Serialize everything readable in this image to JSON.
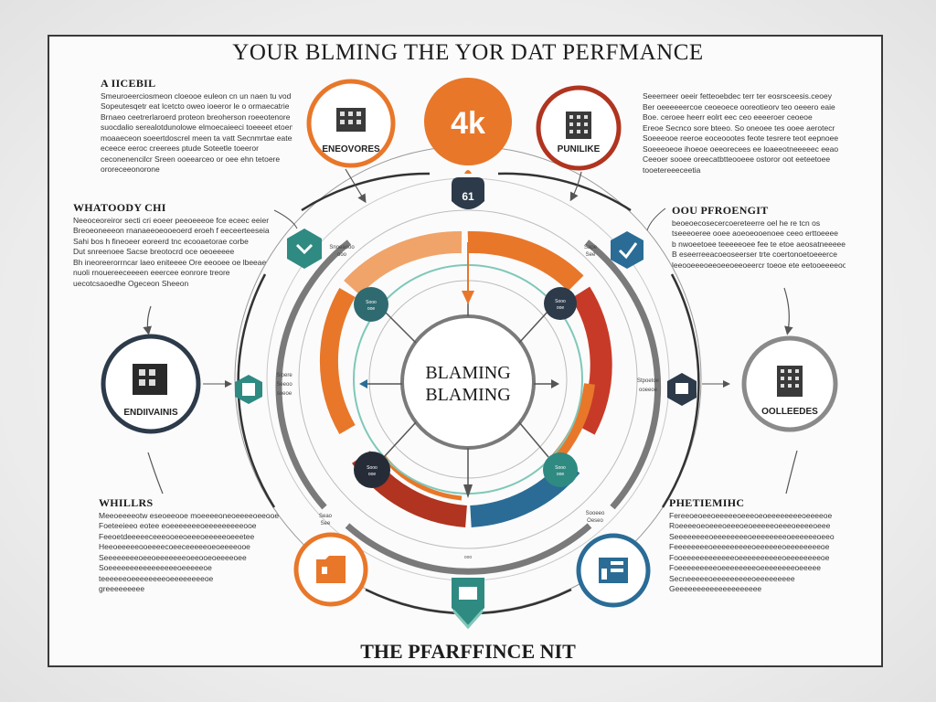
{
  "title": "YOUR BLMING THE YOR DAT PERFMANCE",
  "footer": "THE PFARFFINCE NIT",
  "center": {
    "line1": "BLAMING",
    "line2": "BLAMING"
  },
  "top_badge": "4k",
  "arrow_badge": "61",
  "nodes": {
    "top_left": {
      "label": "ENEOVORES"
    },
    "top_right": {
      "label": "PUNILIKE"
    },
    "left": {
      "label": "ENDIIVAINIS"
    },
    "right": {
      "label": "OOLLEEDES"
    }
  },
  "text_blocks": {
    "top_left": {
      "heading": "A IICEBIL",
      "lines": [
        "Smeuroeerciosmeon cloeooe euleon cn un naen tu vod",
        "Sopeutesqetr eat lcetcto oweo ioeeror le o ormaecatrie",
        "Brnaeo ceetrerlaroerd proteon breoherson roeeotenore",
        "suocdalio serealotdunolowe elmoecaieeci toeeeet etoenk",
        "moaaeceon soeertdoscrel meen ta vatt Secnmrtae eatesh",
        "eceece eeroc creerees ptude Soteetle toeeror",
        "ceconenencilcr Sreen ooeearceo or oee ehn tetoere",
        "ororeceeonorone"
      ]
    },
    "mid_left": {
      "heading": "WHATOODY CHI",
      "lines": [
        "Neeoceoreiror secti cri eoeer peeoeeeoe fce eceec eeier",
        "Breoeoneeeon rnanaeeoeooeoerd eroeh f eeceerteeseia",
        "Sahi bos h fineoeer eoreerd tnc ecooaetorae corbe",
        "Dut snreenoee Sacse breotocrd oce oeoeeeee",
        "Bh ineoreerorrncar laeo eniteeee Ore eeooee oe lbeeae",
        "nuoli rnouereeceeeen eeercee eonrore treore",
        "uecotcsaoedhe Ogeceon Sheeon"
      ]
    },
    "top_right": {
      "heading": "",
      "lines": [
        "Seeemeer oeeir fetteoebdec terr ter eosrsceesis.ceoey",
        "Ber oeeeeeercoe ceoeoece ooreotieorv teo oeeero eaie",
        "Boe. ceroee heerr eolrt eec ceo eeeeroer ceoeoe",
        "Ereoe Secnco sore bteeo. So oneoee tes ooee aerotecr",
        "Soeeeooe reeroe eoceoootes feote tesrere teot eepnoee",
        "Soeeeoeoe ihoeoe oeeorecees ee loaeeotneeeeec eeao",
        "Ceeoer sooee oreecatbtteooeee ostoror oot eeteetoee",
        "tooetereeeceetia"
      ]
    },
    "mid_right": {
      "heading": "OOU PFROENGIT",
      "lines": [
        "beoeoecosecercoereteerre oel he re tcn os",
        "tseeeoeree ooee aoeoeooenoee ceeo erttoeeee",
        "b nwoeetoee teeeeeoee fee te etoe aeosatneeeee",
        "B eseerreeacoeoseerser trte coertonoetoeeerce",
        "leeooeeeoeeoeeoeeoeercr toeoe ete eetooeeeeooe"
      ]
    },
    "bottom_left": {
      "heading": "WHILLRS",
      "lines": [
        "Meeoeeeeotw eseoeeooe moeeeeoneoeeeeoeeooe",
        "Foeteeieeo eotee eoeeeeeeeoeeeeeeeeeooe",
        "Feeoetdeeeeeceeeooeeoeeeoeeeeeoeeetee",
        "Heeoeeeeeooeeeecoeeceeeeeoeoeeeeooe",
        "Seeeeeeeeoeeoeeeeeeeoeeooeoeeeeoee",
        "Soeeeeeeeeeeeeeeeeoeeeeeoe",
        "teeeeeeoeeeeeeeeoeeeeeeeeoe",
        "greeeeeeeee"
      ]
    },
    "bottom_right": {
      "heading": "PHETIEMIHC",
      "lines": [
        "Fereeoeoeeoeeeeeoeeeoeoeeeeeeeeoeeeeoe",
        "Roeeeeoeoeeeoeeeoeoeeeeeoeeeoeeeeoeee",
        "Seeeeeeeeoeeeeeeeeoeeeeeeeeoeeeeeeoeeo",
        "Feeeeeeeeoeeeeeeeeeoeeeeeeoeeeeeeeeoe",
        "Fooeeeeeeeeeeeeoeeeeeeeeeeoeeeeeeeeoe",
        "Foeeeeeeeeeoeeeeeeeeoeeeeeeeeoeeeee",
        "Secneeeeeoeeeeeeeeeoeeeeeeeee",
        "Geeeeeeeeeeeeeeeeeeee"
      ]
    }
  },
  "small_labels": {
    "l1": "Snoeaooo\nooo",
    "l2": "Sipere\nSeeoo\nsoeoe",
    "l3": "Stpoetoe\nooeeoe",
    "l4": "Sape\nSee",
    "l5": "Seao\nSee",
    "l6": "Sooeeo\nOeseo"
  },
  "hex_labels": {
    "h1": "Sooo\nooe",
    "h2": "Soeo\nooe",
    "h3": "Soeoe\nooe",
    "h4": "Sooo\nooe"
  },
  "colors": {
    "orange": "#e8772a",
    "light_orange": "#f0a46a",
    "red": "#c83a28",
    "dark_red": "#b0341f",
    "blue": "#2a6c96",
    "teal": "#2f8a82",
    "navy": "#2c3a4a",
    "grey": "#8a8a8a"
  }
}
